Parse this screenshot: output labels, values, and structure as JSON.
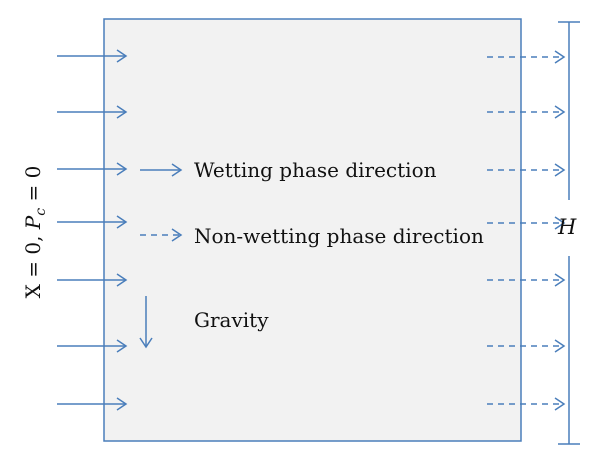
{
  "colors": {
    "arrow": "#4a7ebb",
    "domain_fill": "#f2f2f2",
    "domain_stroke": "#4a7ebb",
    "text": "#111111"
  },
  "legend": {
    "wetting_label": "Wetting phase direction",
    "nonwetting_label": "Non-wetting phase direction",
    "gravity_label": "Gravity"
  },
  "height_label": "H",
  "boundary": {
    "prefix": "X = 0, ",
    "var": "P",
    "var_sub": "c",
    "suffix": " = 0"
  },
  "inlet_arrow_count": 7,
  "outlet_arrow_count": 7,
  "icons": {
    "inlet": "solid-arrow-right-icon",
    "outlet": "dashed-arrow-right-icon",
    "gravity": "arrow-down-icon",
    "height": "dimension-bracket-icon"
  }
}
